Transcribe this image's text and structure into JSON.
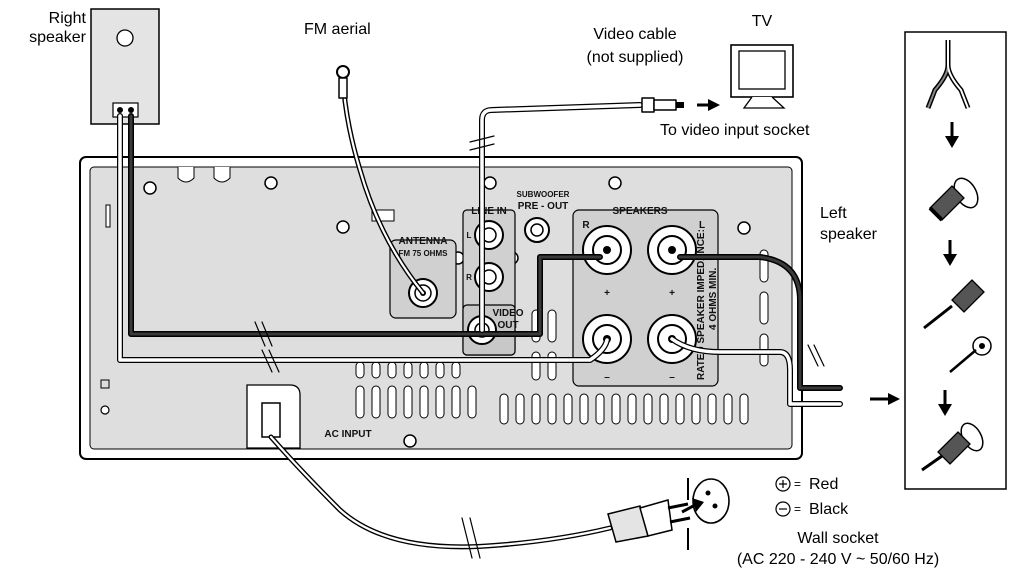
{
  "labels": {
    "right_speaker": "Right\nspeaker",
    "fm_aerial": "FM aerial",
    "video_cable": "Video cable",
    "not_supplied": "(not supplied)",
    "tv": "TV",
    "to_video_input": "To video input socket",
    "left_speaker": "Left\nspeaker",
    "red": "Red",
    "black": "Black",
    "equals": "=",
    "wall_socket": "Wall socket",
    "ac_spec": "(AC 220 - 240 V ~ 50/60 Hz)"
  },
  "panel": {
    "antenna": "ANTENNA",
    "fm_75": "FM  75 OHMS",
    "line_in": "LINE IN",
    "line_l": "L",
    "line_r": "R",
    "subwoofer": "SUBWOOFER",
    "pre_out": "PRE - OUT",
    "video": "VIDEO",
    "out": "OUT",
    "speakers": "SPEAKERS",
    "spk_r": "R",
    "spk_l": "L",
    "plus": "+",
    "minus": "–",
    "impedance": "RATED SPEAKER IMPEDANCE:",
    "ohms_min": "4 OHMS MIN.",
    "ac_input": "AC INPUT"
  },
  "colors": {
    "line": "#000000",
    "panel_fill": "#d9d9d9",
    "panel_inner": "#c4c4c4",
    "speaker_fill": "#e0e0e0"
  },
  "icons": [
    "tv-icon",
    "right-arrow-icon",
    "down-arrow-icon",
    "plus-circle-icon",
    "minus-circle-icon",
    "wall-socket-icon",
    "mains-plug-icon",
    "speaker-wire-icon",
    "binding-post-icon"
  ]
}
